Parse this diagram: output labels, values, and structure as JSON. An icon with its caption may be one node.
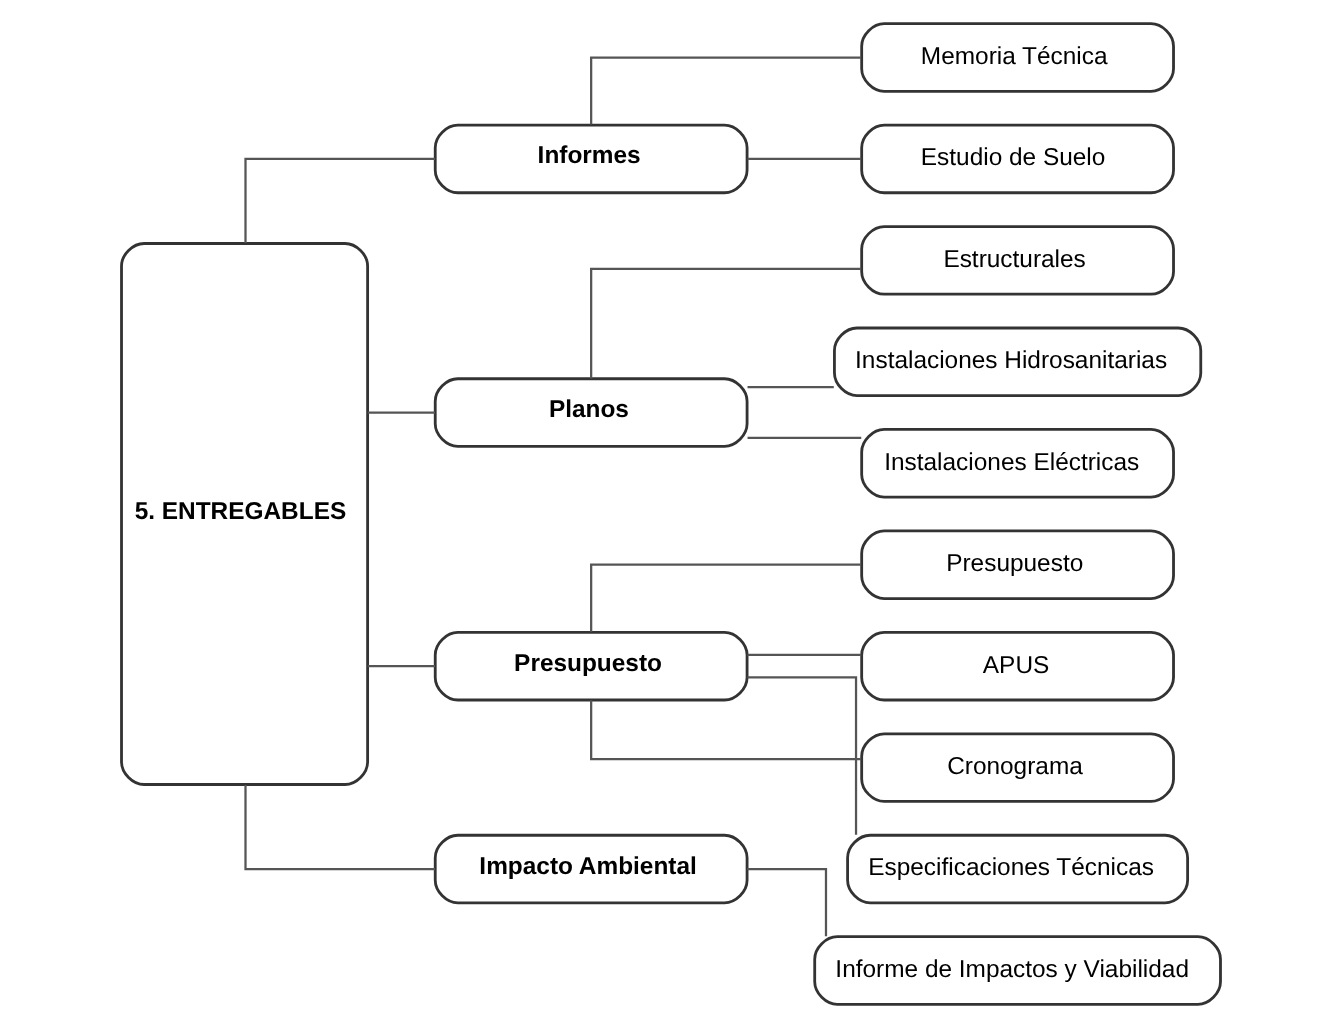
{
  "diagram": {
    "nodes": [
      {
        "text": [
          "5. ENTREGABLES"
        ]
      },
      {
        "text": [
          "Informes"
        ]
      },
      {
        "text": [
          "Memoria Técnica"
        ]
      },
      {
        "text": [
          "Estudio de Suelo"
        ]
      },
      {
        "text": [
          "Planos"
        ]
      },
      {
        "text": [
          "Estructurales"
        ]
      },
      {
        "text": [
          "Instalaciones Hidrosanitarias"
        ]
      },
      {
        "text": [
          "Instalaciones Eléctricas"
        ]
      },
      {
        "text": [
          "Presupuesto"
        ]
      },
      {
        "text": [
          "Presupuesto"
        ]
      },
      {
        "text": [
          "APUS"
        ]
      },
      {
        "text": [
          "Cronograma"
        ]
      },
      {
        "text": [
          "Especificaciones Técnicas"
        ]
      },
      {
        "text": [
          "Impacto Ambiental"
        ]
      },
      {
        "text": [
          "Informe de Impactos y Viabilidad"
        ]
      }
    ],
    "edges": [
      {
        "from": 0,
        "to": 1,
        "arrow": "none"
      },
      {
        "from": 0,
        "to": 4,
        "arrow": "none"
      },
      {
        "from": 0,
        "to": 8,
        "arrow": "none"
      },
      {
        "from": 0,
        "to": 13,
        "arrow": "none"
      },
      {
        "from": 1,
        "to": 2,
        "arrow": "none"
      },
      {
        "from": 1,
        "to": 3,
        "arrow": "none"
      },
      {
        "from": 4,
        "to": 5,
        "arrow": "none"
      },
      {
        "from": 4,
        "to": 6,
        "arrow": "none"
      },
      {
        "from": 4,
        "to": 7,
        "arrow": "none"
      },
      {
        "from": 8,
        "to": 9,
        "arrow": "none"
      },
      {
        "from": 8,
        "to": 10,
        "arrow": "none"
      },
      {
        "from": 8,
        "to": 11,
        "arrow": "none"
      },
      {
        "from": 8,
        "to": 12,
        "arrow": "none"
      },
      {
        "from": 13,
        "to": 14,
        "arrow": "none"
      }
    ]
  }
}
